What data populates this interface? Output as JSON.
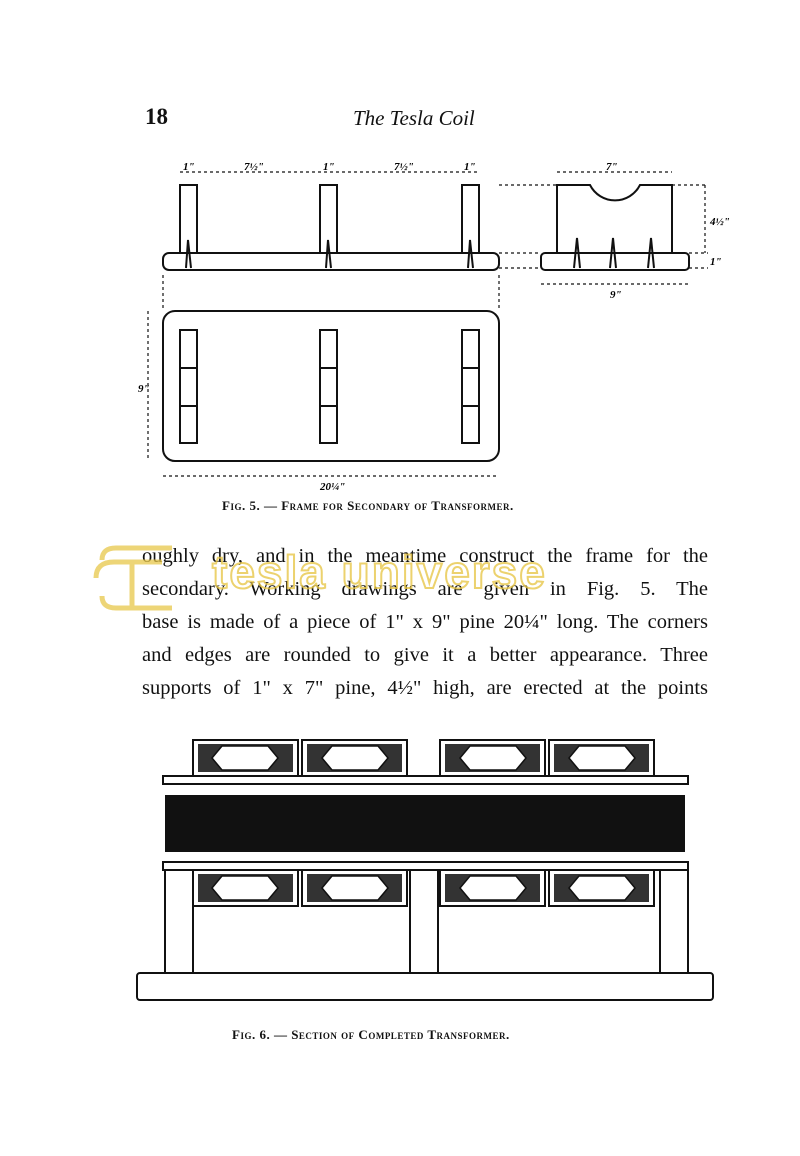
{
  "header": {
    "page_number": "18",
    "title": "The Tesla Coil"
  },
  "figure5": {
    "caption": "Fig. 5. — Frame for Secondary of Transformer.",
    "dims": {
      "post_width": "1\"",
      "spacing_a": "7½\"",
      "spacing_b": "7½\"",
      "end_width": "7\"",
      "end_height": "4½\"",
      "base_thickness": "1\"",
      "base_width_side": "9\"",
      "plan_width": "9\"",
      "plan_length": "20¼\""
    }
  },
  "body": {
    "lines": [
      "oughly dry, and in the meantime construct the frame for the",
      "secondary. Working drawings are given in Fig. 5. The",
      "base is made of a piece of 1\" x 9\" pine 20¼\" long. The corners",
      "and edges are rounded to give it a better appearance. Three",
      "supports of 1\" x 7\" pine, 4½\" high, are erected at the points"
    ]
  },
  "figure6": {
    "caption": "Fig. 6. — Section of Completed Transformer."
  },
  "watermark": {
    "text": "tesla universe",
    "color": "#e8c74a"
  }
}
